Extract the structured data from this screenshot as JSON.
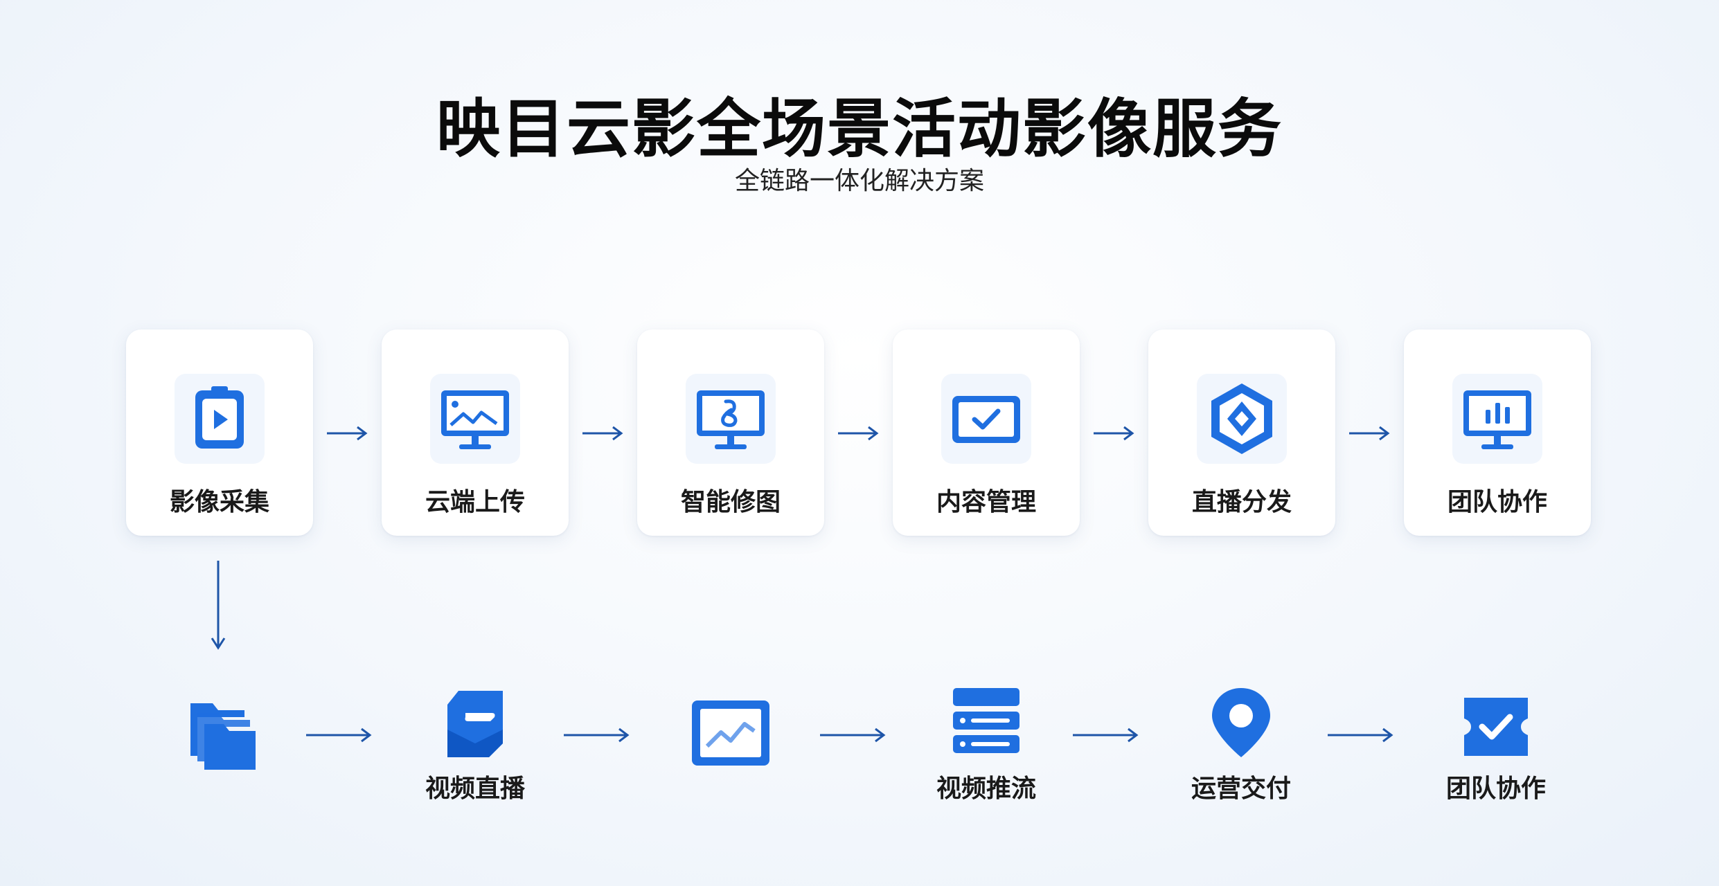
{
  "header": {
    "title": "映目云影全场景活动影像服务",
    "subtitle": "全链路一体化解决方案"
  },
  "colors": {
    "accent": "#1f6fe0",
    "arrow": "#1e55a8"
  },
  "row1": [
    {
      "label": "影像采集",
      "icon": "video-play-icon"
    },
    {
      "label": "云端上传",
      "icon": "monitor-image-icon"
    },
    {
      "label": "智能修图",
      "icon": "monitor-edit-icon"
    },
    {
      "label": "内容管理",
      "icon": "screen-check-icon"
    },
    {
      "label": "直播分发",
      "icon": "broadcast-hex-icon"
    },
    {
      "label": "团队协作",
      "icon": "monitor-chart-icon"
    }
  ],
  "row2": [
    {
      "label": "",
      "icon": "folder-stack-icon"
    },
    {
      "label": "视频直播",
      "icon": "cloud-box-icon"
    },
    {
      "label": "",
      "icon": "monitor-trend-icon"
    },
    {
      "label": "视频推流",
      "icon": "server-stack-icon"
    },
    {
      "label": "运营交付",
      "icon": "location-pin-icon"
    },
    {
      "label": "团队协作",
      "icon": "ticket-check-icon"
    }
  ]
}
